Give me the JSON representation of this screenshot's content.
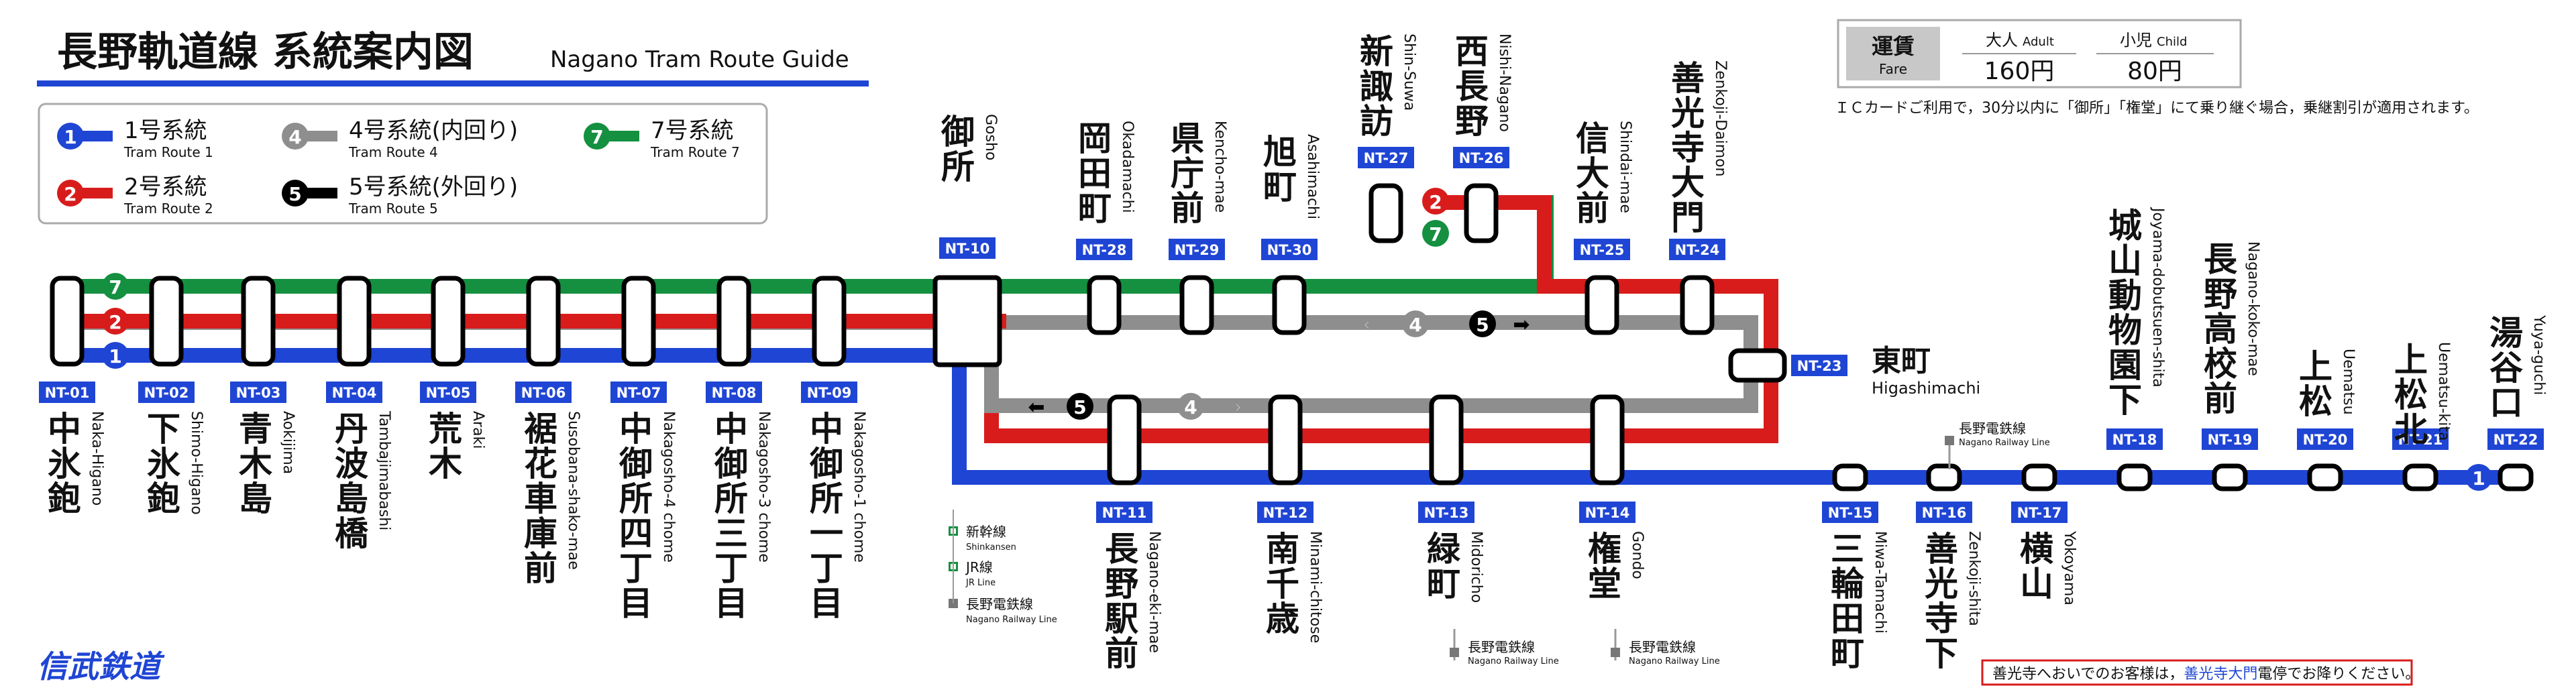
{
  "header": {
    "title": "長野軌道線 系統案内図",
    "subtitle": "Nagano Tram Route Guide"
  },
  "brand": {
    "logo_text": "信武鉄道"
  },
  "colors": {
    "route1": "#1f45d4",
    "route2": "#d81c1c",
    "route4": "#8e8e8e",
    "route5": "#000000",
    "route7": "#149040",
    "code_bg": "#1f45d4",
    "brand": "#1f45d4",
    "notice_border": "#d81c1c"
  },
  "legend": {
    "routes": [
      {
        "num": "1",
        "jp": "1号系統",
        "en": "Tram Route 1",
        "color": "#1f45d4"
      },
      {
        "num": "2",
        "jp": "2号系統",
        "en": "Tram Route 2",
        "color": "#d81c1c"
      },
      {
        "num": "4",
        "jp": "4号系統(内回り)",
        "en": "Tram Route 4",
        "color": "#8e8e8e"
      },
      {
        "num": "5",
        "jp": "5号系統(外回り)",
        "en": "Tram Route 5",
        "color": "#000000"
      },
      {
        "num": "7",
        "jp": "7号系統",
        "en": "Tram Route 7",
        "color": "#149040"
      }
    ]
  },
  "fare": {
    "label_jp": "運賃",
    "label_en": "Fare",
    "adult_jp": "大人",
    "adult_en": "Adult",
    "adult_price": "160円",
    "child_jp": "小児",
    "child_en": "Child",
    "child_price": "80円",
    "note": "ＩＣカードご利用で，30分以内に「御所」「権堂」にて乗り継ぐ場合，乗継割引が適用されます。"
  },
  "stations": [
    {
      "code": "NT-01",
      "jp": "中氷鉋",
      "en": "Naka-Higano"
    },
    {
      "code": "NT-02",
      "jp": "下氷鉋",
      "en": "Shimo-Higano"
    },
    {
      "code": "NT-03",
      "jp": "青木島",
      "en": "Aokijima"
    },
    {
      "code": "NT-04",
      "jp": "丹波島橋",
      "en": "Tambajimabashi"
    },
    {
      "code": "NT-05",
      "jp": "荒木",
      "en": "Araki"
    },
    {
      "code": "NT-06",
      "jp": "裾花車庫前",
      "en": "Susobana-shako-mae"
    },
    {
      "code": "NT-07",
      "jp": "中御所四丁目",
      "en": "Nakagosho-4 chome"
    },
    {
      "code": "NT-08",
      "jp": "中御所三丁目",
      "en": "Nakagosho-3 chome"
    },
    {
      "code": "NT-09",
      "jp": "中御所一丁目",
      "en": "Nakagosho-1 chome"
    },
    {
      "code": "NT-10",
      "jp": "御所",
      "en": "Gosho"
    },
    {
      "code": "NT-11",
      "jp": "長野駅前",
      "en": "Nagano-eki-mae"
    },
    {
      "code": "NT-12",
      "jp": "南千歳",
      "en": "Minami-chitose"
    },
    {
      "code": "NT-13",
      "jp": "緑町",
      "en": "Midoricho"
    },
    {
      "code": "NT-14",
      "jp": "権堂",
      "en": "Gondo"
    },
    {
      "code": "NT-15",
      "jp": "三輪田町",
      "en": "Miwa-Tamachi"
    },
    {
      "code": "NT-16",
      "jp": "善光寺下",
      "en": "Zenkoji-shita"
    },
    {
      "code": "NT-17",
      "jp": "横山",
      "en": "Yokoyama"
    },
    {
      "code": "NT-18",
      "jp": "城山動物園下",
      "en": "Joyama-dobutsuen-shita"
    },
    {
      "code": "NT-19",
      "jp": "長野高校前",
      "en": "Nagano-koko-mae"
    },
    {
      "code": "NT-20",
      "jp": "上松",
      "en": "Uematsu"
    },
    {
      "code": "NT-21",
      "jp": "上松北",
      "en": "Uematsu-kita"
    },
    {
      "code": "NT-22",
      "jp": "湯谷口",
      "en": "Yuya-guchi"
    },
    {
      "code": "NT-23",
      "jp": "東町",
      "en": "Higashimachi"
    },
    {
      "code": "NT-24",
      "jp": "善光寺大門",
      "en": "Zenkoji-Daimon"
    },
    {
      "code": "NT-25",
      "jp": "信大前",
      "en": "Shindai-mae"
    },
    {
      "code": "NT-26",
      "jp": "西長野",
      "en": "Nishi-Nagano"
    },
    {
      "code": "NT-27",
      "jp": "新諏訪",
      "en": "Shin-Suwa"
    },
    {
      "code": "NT-28",
      "jp": "岡田町",
      "en": "Okadamachi"
    },
    {
      "code": "NT-29",
      "jp": "県庁前",
      "en": "Kencho-mae"
    },
    {
      "code": "NT-30",
      "jp": "旭町",
      "en": "Asahimachi"
    }
  ],
  "transfers": {
    "nagano_eki": [
      {
        "jp": "新幹線",
        "en": "Shinkansen",
        "icon": "shinkansen-icon",
        "color": "#149040"
      },
      {
        "jp": "JR線",
        "en": "JR Line",
        "icon": "jr-icon",
        "color": "#149040"
      },
      {
        "jp": "長野電鉄線",
        "en": "Nagano Railway Line",
        "icon": "railway-icon",
        "color": "#777777"
      }
    ],
    "railway": {
      "jp": "長野電鉄線",
      "en": "Nagano Railway Line"
    }
  },
  "notice": {
    "before": "善光寺へおいでのお客様は，",
    "highlight": "善光寺大門",
    "after": "電停でお降りください。"
  }
}
